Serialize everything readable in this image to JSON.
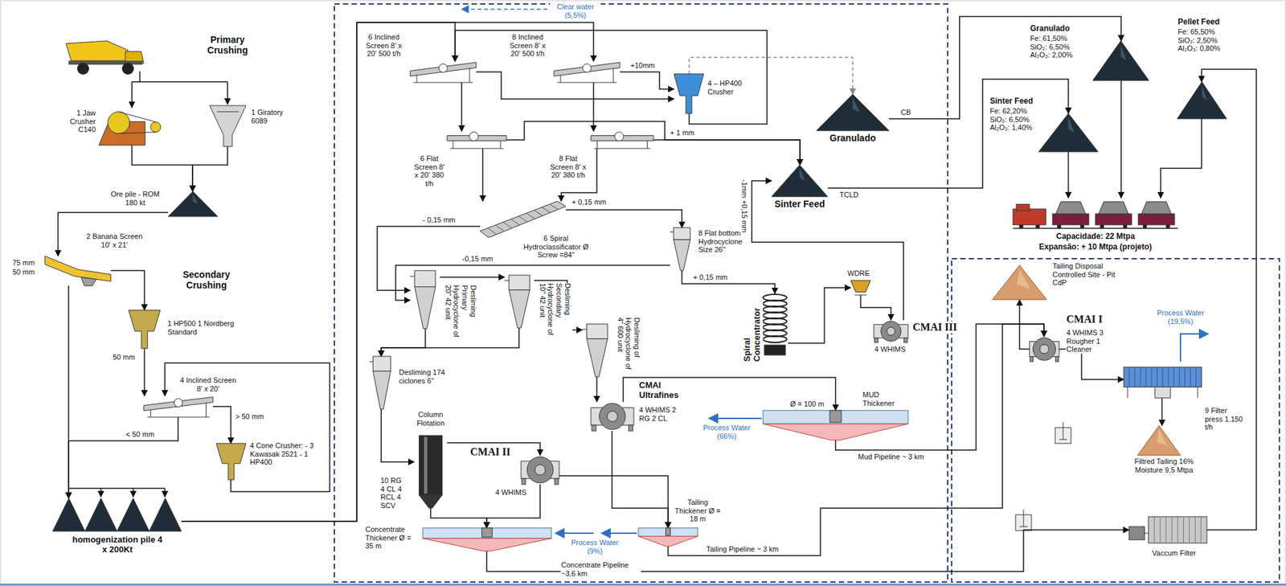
{
  "diagram": {
    "nodes": [
      {
        "text": [
          "1 Jaw Crusher C140"
        ]
      },
      {
        "text": [
          "1 Giratory 6089"
        ]
      },
      {
        "text": [
          "Ore pile - ROM 180 kt"
        ]
      },
      {
        "text": [
          "2 Banana Screen 10' x 21'"
        ]
      },
      {
        "text": [
          "1 HP500 1 Nordberg Standard"
        ]
      },
      {
        "text": [
          "4 Inclined Screen 8' x 20'"
        ]
      },
      {
        "text": [
          "4 Cone Crusher: - 3 Kawasak 2521 - 1 HP400"
        ]
      },
      {
        "text": [
          "homogenization pile 4 x 200Kt"
        ]
      },
      {
        "text": [
          "6 Inclined Screen 8' x 20' 500 t/h"
        ]
      },
      {
        "text": [
          "8 Inclined Screen 8' x 20' 500 t/h"
        ]
      },
      {
        "text": [
          "4 – HP400 Crusher"
        ]
      },
      {
        "text": [
          "6 Flat Screen 8' x 20' 380 t/h"
        ]
      },
      {
        "text": [
          "8 Flat Screen 8' x 20' 380 t/h"
        ]
      },
      {
        "text": [
          "Granulado"
        ]
      },
      {
        "text": [
          "Sinter Feed"
        ]
      },
      {
        "text": [
          "6 Spiral Hydroclassificator Ø Screw =84\""
        ]
      },
      {
        "text": [
          "8 Flat bottom Hydrocyclone Size 26\""
        ]
      },
      {
        "text": [
          "Desliming Primary Hydrocyclone of 20\" 42 unit"
        ]
      },
      {
        "text": [
          "Desliming Secondary Hydrocyclone of 10\" 42 unit"
        ]
      },
      {
        "text": [
          "Desliming of Hydrocyclone of 4\" 600 unit"
        ]
      },
      {
        "text": [
          "Desliming 174 ciclones 6\""
        ]
      },
      {
        "text": [
          "Column Flotation",
          "10 RG 4 CL 4 RCL 4 SCV"
        ]
      },
      {
        "text": [
          "CMAI II",
          "4 WHIMS"
        ]
      },
      {
        "text": [
          "CMAI Ultrafines",
          "4 WHIMS 2 RG 2 CL"
        ]
      },
      {
        "text": [
          "Spiral Concentrator"
        ]
      },
      {
        "text": [
          "WDRE"
        ]
      },
      {
        "text": [
          "CMAI III",
          "4 WHIMS"
        ]
      },
      {
        "text": [
          "MUD Thickener",
          "Ø = 100 m"
        ]
      },
      {
        "text": [
          "Concentrate Thickener Ø = 35 m"
        ]
      },
      {
        "text": [
          "Tailing Thickener Ø = 18 m"
        ]
      },
      {
        "text": [
          "Granulado",
          "Fe: 61,50% SiO₂: 6,50% Al₂O₃: 2,00%"
        ]
      },
      {
        "text": [
          "Sinter Feed",
          "Fe: 62,20% SiO₂: 6,50% Al₂O₃: 1,40%"
        ]
      },
      {
        "text": [
          "Pellet Feed",
          "Fe: 65,50% SiO₂: 2,50% Al₂O₃: 0,80%"
        ]
      },
      {
        "text": [
          "Capacidade: 22 Mtpa",
          "Expansão: + 10 Mtpa (projeto)"
        ]
      },
      {
        "text": [
          "Tailing Disposal Controlled Site - Pit CdP"
        ]
      },
      {
        "text": [
          "CMAI I",
          "4 WHIMS 3 Rougher 1 Cleaner"
        ]
      },
      {
        "text": [
          "9 Filter press 1.150 t/h"
        ]
      },
      {
        "text": [
          "Filtred Tailing 16% Moisture 9,5 Mtpa"
        ]
      },
      {
        "text": [
          "Vaccum Filter"
        ]
      }
    ],
    "edges": [
      {
        "from": 0,
        "to": 2,
        "arrow": "to"
      },
      {
        "from": 1,
        "to": 2,
        "arrow": "to"
      },
      {
        "from": 2,
        "to": 3,
        "arrow": "to"
      },
      {
        "from": 3,
        "to": 7,
        "arrow": "to"
      },
      {
        "from": 3,
        "to": 4,
        "arrow": "to"
      },
      {
        "from": 4,
        "to": 5,
        "arrow": "to"
      },
      {
        "from": 5,
        "to": 7,
        "label": "< 50 mm",
        "arrow": "to"
      },
      {
        "from": 5,
        "to": 6,
        "label": "> 50 mm",
        "arrow": "to"
      },
      {
        "from": 6,
        "to": 5,
        "arrow": "to"
      },
      {
        "from": 7,
        "to": 8,
        "arrow": "to"
      },
      {
        "from": 7,
        "to": 9,
        "arrow": "to"
      },
      {
        "from": 10,
        "to": 8,
        "arrow": "to"
      },
      {
        "from": 8,
        "to": 10,
        "arrow": "to"
      },
      {
        "from": 9,
        "to": 10,
        "label": "+10mm",
        "arrow": "to"
      },
      {
        "from": 8,
        "to": 11,
        "arrow": "to"
      },
      {
        "from": 9,
        "to": 12,
        "arrow": "to"
      },
      {
        "from": 11,
        "to": 14,
        "arrow": "to"
      },
      {
        "from": 12,
        "to": 14,
        "label": "+ 1 mm",
        "arrow": "to"
      },
      {
        "from": 11,
        "to": 15,
        "arrow": "to"
      },
      {
        "from": 12,
        "to": 15,
        "arrow": "to"
      },
      {
        "from": 10,
        "to": 13,
        "arrow": "to"
      },
      {
        "from": 15,
        "to": 17,
        "label": "- 0,15 mm",
        "arrow": "to"
      },
      {
        "from": 15,
        "to": 16,
        "label": "+ 0,15 mm",
        "arrow": "to"
      },
      {
        "from": 16,
        "to": 17,
        "label": "-0,15 mm",
        "arrow": "to"
      },
      {
        "from": 16,
        "to": 24,
        "label": "+ 0,15 mm",
        "arrow": "to"
      },
      {
        "from": 17,
        "to": 18,
        "arrow": "to"
      },
      {
        "from": 18,
        "to": 19,
        "arrow": "to"
      },
      {
        "from": 19,
        "to": 23,
        "arrow": "to"
      },
      {
        "from": 17,
        "to": 20,
        "arrow": "to"
      },
      {
        "from": 18,
        "to": 20,
        "arrow": "to"
      },
      {
        "from": 20,
        "to": 21,
        "arrow": "to"
      },
      {
        "from": 21,
        "to": 22,
        "arrow": "to"
      },
      {
        "from": 21,
        "to": 28,
        "arrow": "to"
      },
      {
        "from": 22,
        "to": 28,
        "arrow": "to"
      },
      {
        "from": 22,
        "to": 29,
        "arrow": "to"
      },
      {
        "from": 23,
        "to": 29,
        "arrow": "to"
      },
      {
        "from": 23,
        "to": 27,
        "arrow": "to"
      },
      {
        "from": 24,
        "to": 25,
        "arrow": "to"
      },
      {
        "from": 25,
        "to": 26,
        "arrow": "to"
      },
      {
        "from": 26,
        "to": 14,
        "label": "-1mm +0,15 mm",
        "arrow": "to"
      },
      {
        "from": 27,
        "to": 35,
        "label": "Mud Pipeline ~ 3 km",
        "arrow": "to"
      },
      {
        "from": 29,
        "to": 35,
        "label": "Tailing Pipeline ~ 3 km",
        "arrow": "to"
      },
      {
        "from": 28,
        "to": 38,
        "label": "Concentrate Pipeline ~3,6 km",
        "arrow": "to"
      },
      {
        "from": 38,
        "to": 32,
        "arrow": "to"
      },
      {
        "from": 35,
        "to": 34,
        "arrow": "to"
      },
      {
        "from": 35,
        "to": 36,
        "arrow": "to"
      },
      {
        "from": 36,
        "to": 37,
        "arrow": "to"
      },
      {
        "from": 13,
        "to": 30,
        "label": "CB",
        "arrow": "to"
      },
      {
        "from": 14,
        "to": 31,
        "label": "TCLD",
        "arrow": "to"
      },
      {
        "from": 30,
        "to": 33,
        "arrow": "to"
      },
      {
        "from": 31,
        "to": 33,
        "arrow": "to"
      },
      {
        "from": 32,
        "to": 33,
        "arrow": "to"
      }
    ],
    "labels": [
      "Primary Crushing",
      "75 mm",
      "50 mm",
      "Secondary Crushing",
      "50 mm",
      "Clear water (5,5%)",
      "Process Water (66%)",
      "Process Water (9%)",
      "Process Water (19,5%)"
    ]
  }
}
